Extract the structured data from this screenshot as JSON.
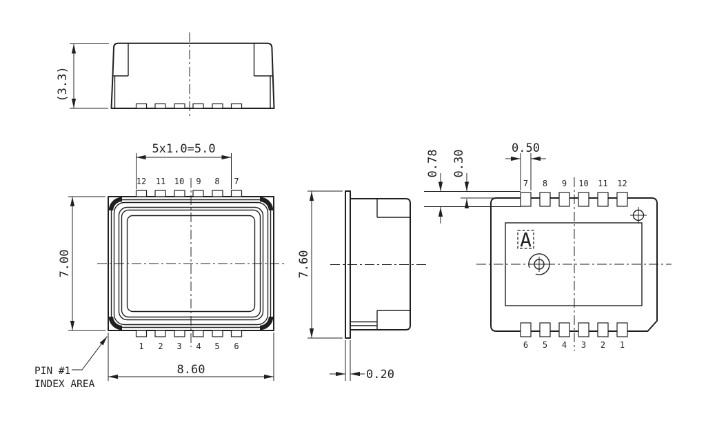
{
  "colors": {
    "line": "#1f1f1f",
    "background": "#ffffff"
  },
  "views": {
    "front": {
      "height_dim": "(3.3)"
    },
    "plan": {
      "pitch_dim": "5x1.0=5.0",
      "height_dim": "7.00",
      "width_dim": "8.60",
      "pin1_note_line1": "PIN #1",
      "pin1_note_line2": "INDEX AREA",
      "pins_top": [
        "12",
        "11",
        "10",
        "9",
        "8",
        "7"
      ],
      "pins_bottom": [
        "1",
        "2",
        "3",
        "4",
        "5",
        "6"
      ]
    },
    "side": {
      "height_dim": "7.60",
      "lead_thickness_dim": "0.20"
    },
    "bottom": {
      "pad_length_dim": "0.78",
      "pad_overhang_dim": "0.30",
      "pad_width_dim": "0.50",
      "orientation_marking": "A",
      "pins_top": [
        "7",
        "8",
        "9",
        "10",
        "11",
        "12"
      ],
      "pins_bottom": [
        "6",
        "5",
        "4",
        "3",
        "2",
        "1"
      ]
    }
  }
}
